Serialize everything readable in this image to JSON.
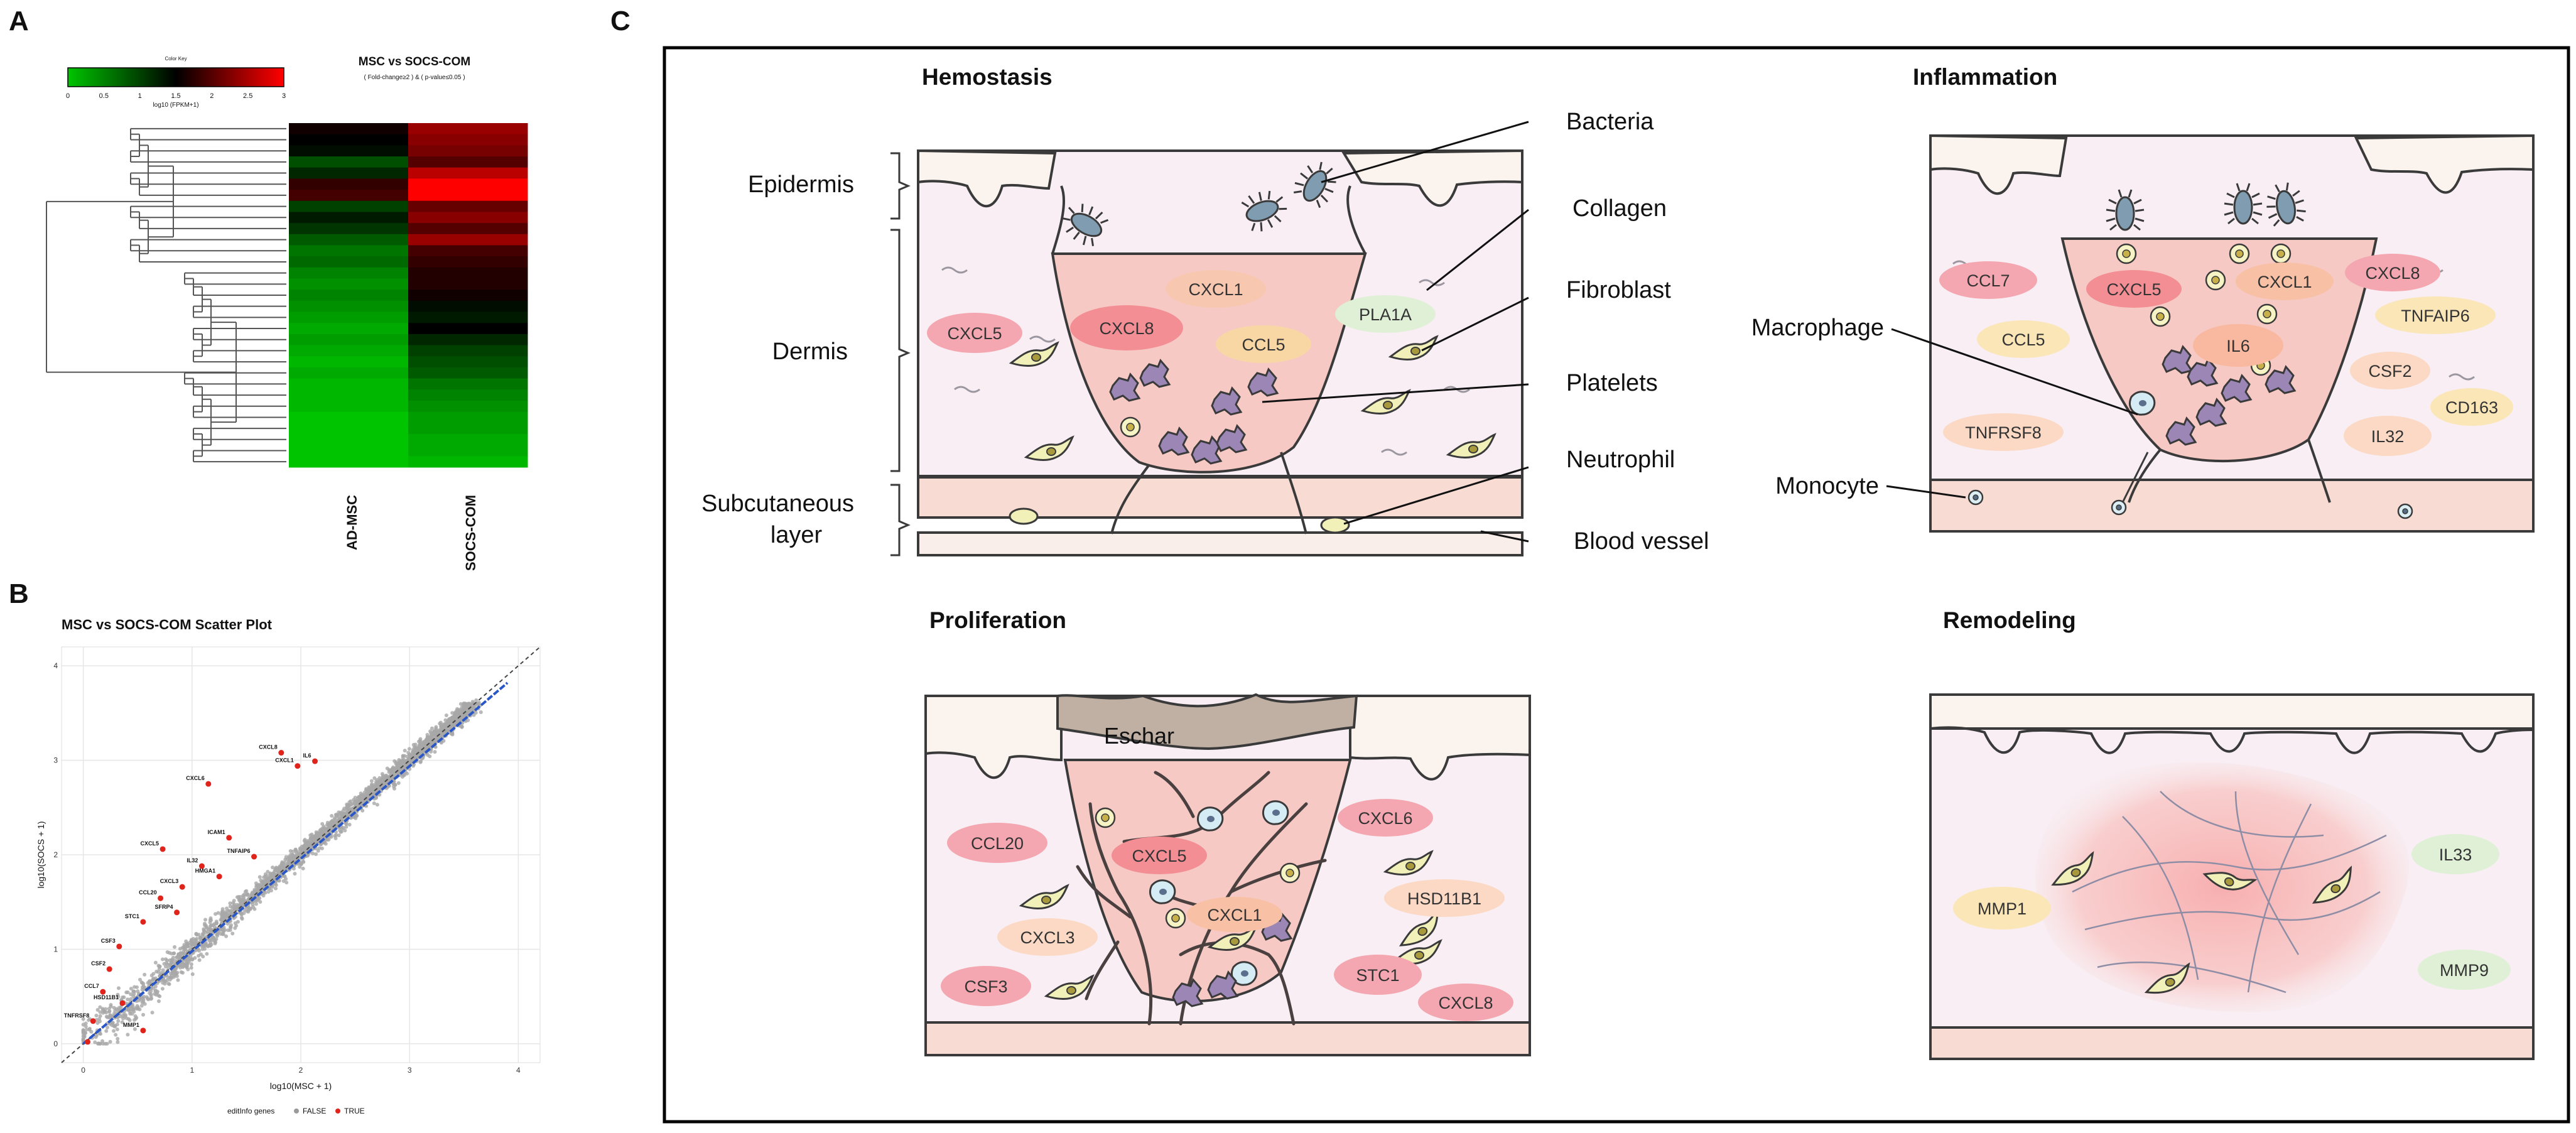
{
  "panel_labels": {
    "a": "A",
    "b": "B",
    "c": "C"
  },
  "heatmap": {
    "title": "MSC vs SOCS-COM",
    "subtitle": "( Fold-change≥2 ) & ( p-value≤0.05 )",
    "color_key_label": "Color Key",
    "color_key_ticks": [
      "0",
      "0.5",
      "1",
      "1.5",
      "2",
      "2.5",
      "3"
    ],
    "color_key_axis": "log10 (FPKM+1)",
    "columns": [
      "AD-MSC",
      "SOCS-COM"
    ],
    "colors": {
      "low": "#00c400",
      "mid": "#000000",
      "high": "#ff0000"
    },
    "rows": [
      [
        1.6,
        2.4
      ],
      [
        1.5,
        2.3
      ],
      [
        1.4,
        2.2
      ],
      [
        0.9,
        2.0
      ],
      [
        1.2,
        2.6
      ],
      [
        1.8,
        3.0
      ],
      [
        1.9,
        3.0
      ],
      [
        1.0,
        2.1
      ],
      [
        1.3,
        2.3
      ],
      [
        1.1,
        2.0
      ],
      [
        0.8,
        2.4
      ],
      [
        0.6,
        1.9
      ],
      [
        0.7,
        1.8
      ],
      [
        0.5,
        1.7
      ],
      [
        0.4,
        1.7
      ],
      [
        0.5,
        1.6
      ],
      [
        0.4,
        1.4
      ],
      [
        0.3,
        1.3
      ],
      [
        0.2,
        1.5
      ],
      [
        0.3,
        1.2
      ],
      [
        0.2,
        1.0
      ],
      [
        0.1,
        0.9
      ],
      [
        0.2,
        0.8
      ],
      [
        0.1,
        0.6
      ],
      [
        0.1,
        0.5
      ],
      [
        0.1,
        0.4
      ],
      [
        0.0,
        0.3
      ],
      [
        0.0,
        0.3
      ],
      [
        0.0,
        0.2
      ],
      [
        0.0,
        0.2
      ],
      [
        0.0,
        0.1
      ]
    ]
  },
  "chart_data": {
    "type": "scatter",
    "title": "MSC vs SOCS-COM Scatter Plot",
    "xlabel": "log10(MSC + 1)",
    "ylabel": "log10(SOCS + 1)",
    "xlim": [
      -0.2,
      4.2
    ],
    "ylim": [
      -0.2,
      4.2
    ],
    "x_ticks": [
      "0",
      "1",
      "2",
      "3",
      "4"
    ],
    "y_ticks": [
      "0",
      "1",
      "2",
      "3",
      "4"
    ],
    "legend": {
      "title": "editInfo genes",
      "false_label": "FALSE",
      "true_label": "TRUE",
      "placement": "bottom"
    },
    "series": [
      {
        "name": "TRUE",
        "color": "#e0241b",
        "points": [
          {
            "label": "CXCL8",
            "x": 1.82,
            "y": 3.08
          },
          {
            "label": "IL6",
            "x": 2.13,
            "y": 2.99
          },
          {
            "label": "CXCL1",
            "x": 1.97,
            "y": 2.94
          },
          {
            "label": "CXCL6",
            "x": 1.15,
            "y": 2.75
          },
          {
            "label": "ICAM1",
            "x": 1.34,
            "y": 2.18
          },
          {
            "label": "TNFAIP6",
            "x": 1.57,
            "y": 1.98
          },
          {
            "label": "CXCL5",
            "x": 0.73,
            "y": 2.06
          },
          {
            "label": "IL32",
            "x": 1.09,
            "y": 1.88
          },
          {
            "label": "HMGA1",
            "x": 1.25,
            "y": 1.77
          },
          {
            "label": "CXCL3",
            "x": 0.91,
            "y": 1.66
          },
          {
            "label": "CCL20",
            "x": 0.71,
            "y": 1.54
          },
          {
            "label": "SFRP4",
            "x": 0.86,
            "y": 1.39
          },
          {
            "label": "STC1",
            "x": 0.55,
            "y": 1.29
          },
          {
            "label": "CSF3",
            "x": 0.33,
            "y": 1.03
          },
          {
            "label": "CSF2",
            "x": 0.24,
            "y": 0.79
          },
          {
            "label": "CCL7",
            "x": 0.18,
            "y": 0.55
          },
          {
            "label": "HSD11B1",
            "x": 0.36,
            "y": 0.43
          },
          {
            "label": "TNFRSF8",
            "x": 0.09,
            "y": 0.24
          },
          {
            "label": "MMP1",
            "x": 0.55,
            "y": 0.14
          },
          {
            "label": "",
            "x": 0.04,
            "y": 0.02
          }
        ]
      }
    ]
  },
  "diagram": {
    "stage_hemostasis": "Hemostasis",
    "stage_inflammation": "Inflammation",
    "stage_proliferation": "Proliferation",
    "stage_remodeling": "Remodeling",
    "layer_epidermis": "Epidermis",
    "layer_dermis": "Dermis",
    "layer_subcutaneous_1": "Subcutaneous",
    "layer_subcutaneous_2": "layer",
    "label_bacteria": "Bacteria",
    "label_collagen": "Collagen",
    "label_fibroblast": "Fibroblast",
    "label_platelets": "Platelets",
    "label_neutrophil": "Neutrophil",
    "label_blood_vessel": "Blood vessel",
    "label_macrophage": "Macrophage",
    "label_monocyte": "Monocyte",
    "label_eschar": "Eschar",
    "hemostasis_genes": {
      "cxcl1": "CXCL1",
      "cxcl5": "CXCL5",
      "cxcl8": "CXCL8",
      "ccl5": "CCL5",
      "pla1a": "PLA1A"
    },
    "inflammation_genes": {
      "ccl7": "CCL7",
      "cxcl5": "CXCL5",
      "cxcl1": "CXCL1",
      "cxcl8": "CXCL8",
      "tnfaip6": "TNFAIP6",
      "ccl5": "CCL5",
      "il6": "IL6",
      "csf2": "CSF2",
      "cd163": "CD163",
      "tnfrsf8": "TNFRSF8",
      "il32": "IL32"
    },
    "proliferation_genes": {
      "ccl20": "CCL20",
      "cxcl5": "CXCL5",
      "cxcl6": "CXCL6",
      "hsd11b1": "HSD11B1",
      "cxcl1": "CXCL1",
      "cxcl3": "CXCL3",
      "csf3": "CSF3",
      "stc1": "STC1",
      "cxcl8": "CXCL8"
    },
    "remodeling_genes": {
      "mmp1": "MMP1",
      "il33": "IL33",
      "mmp9": "MMP9"
    }
  }
}
